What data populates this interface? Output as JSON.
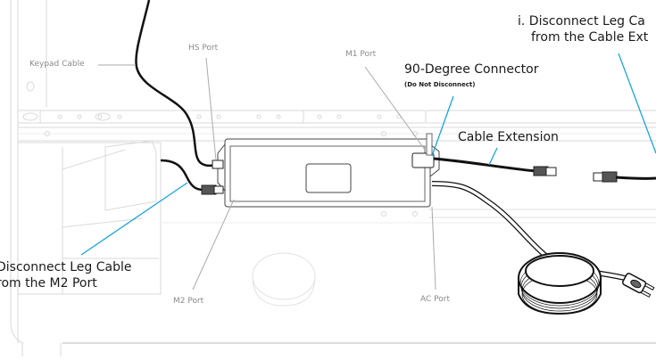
{
  "diagram": {
    "title": "Control box cable connections",
    "colors": {
      "callout_line": "#1aa3e0",
      "label_line": "#aaaaaa",
      "cable": "#111111",
      "frame": "#d6d6d6"
    },
    "port_labels": {
      "keypad_cable": "Keypad Cable",
      "hs_port": "HS Port",
      "m1_port": "M1 Port",
      "m2_port": "M2 Port",
      "ac_port": "AC Port"
    },
    "callouts": {
      "connector_title": "90-Degree Connector",
      "connector_note": "(Do Not Disconnect)",
      "cable_extension": "Cable Extension"
    },
    "instructions": {
      "step_i_line1": "i.  Disconnect Leg Ca",
      "step_i_line2": "from the Cable Ext",
      "step_left_line1": "Disconnect Leg Cable",
      "step_left_line2": "rom the M2 Port"
    }
  }
}
